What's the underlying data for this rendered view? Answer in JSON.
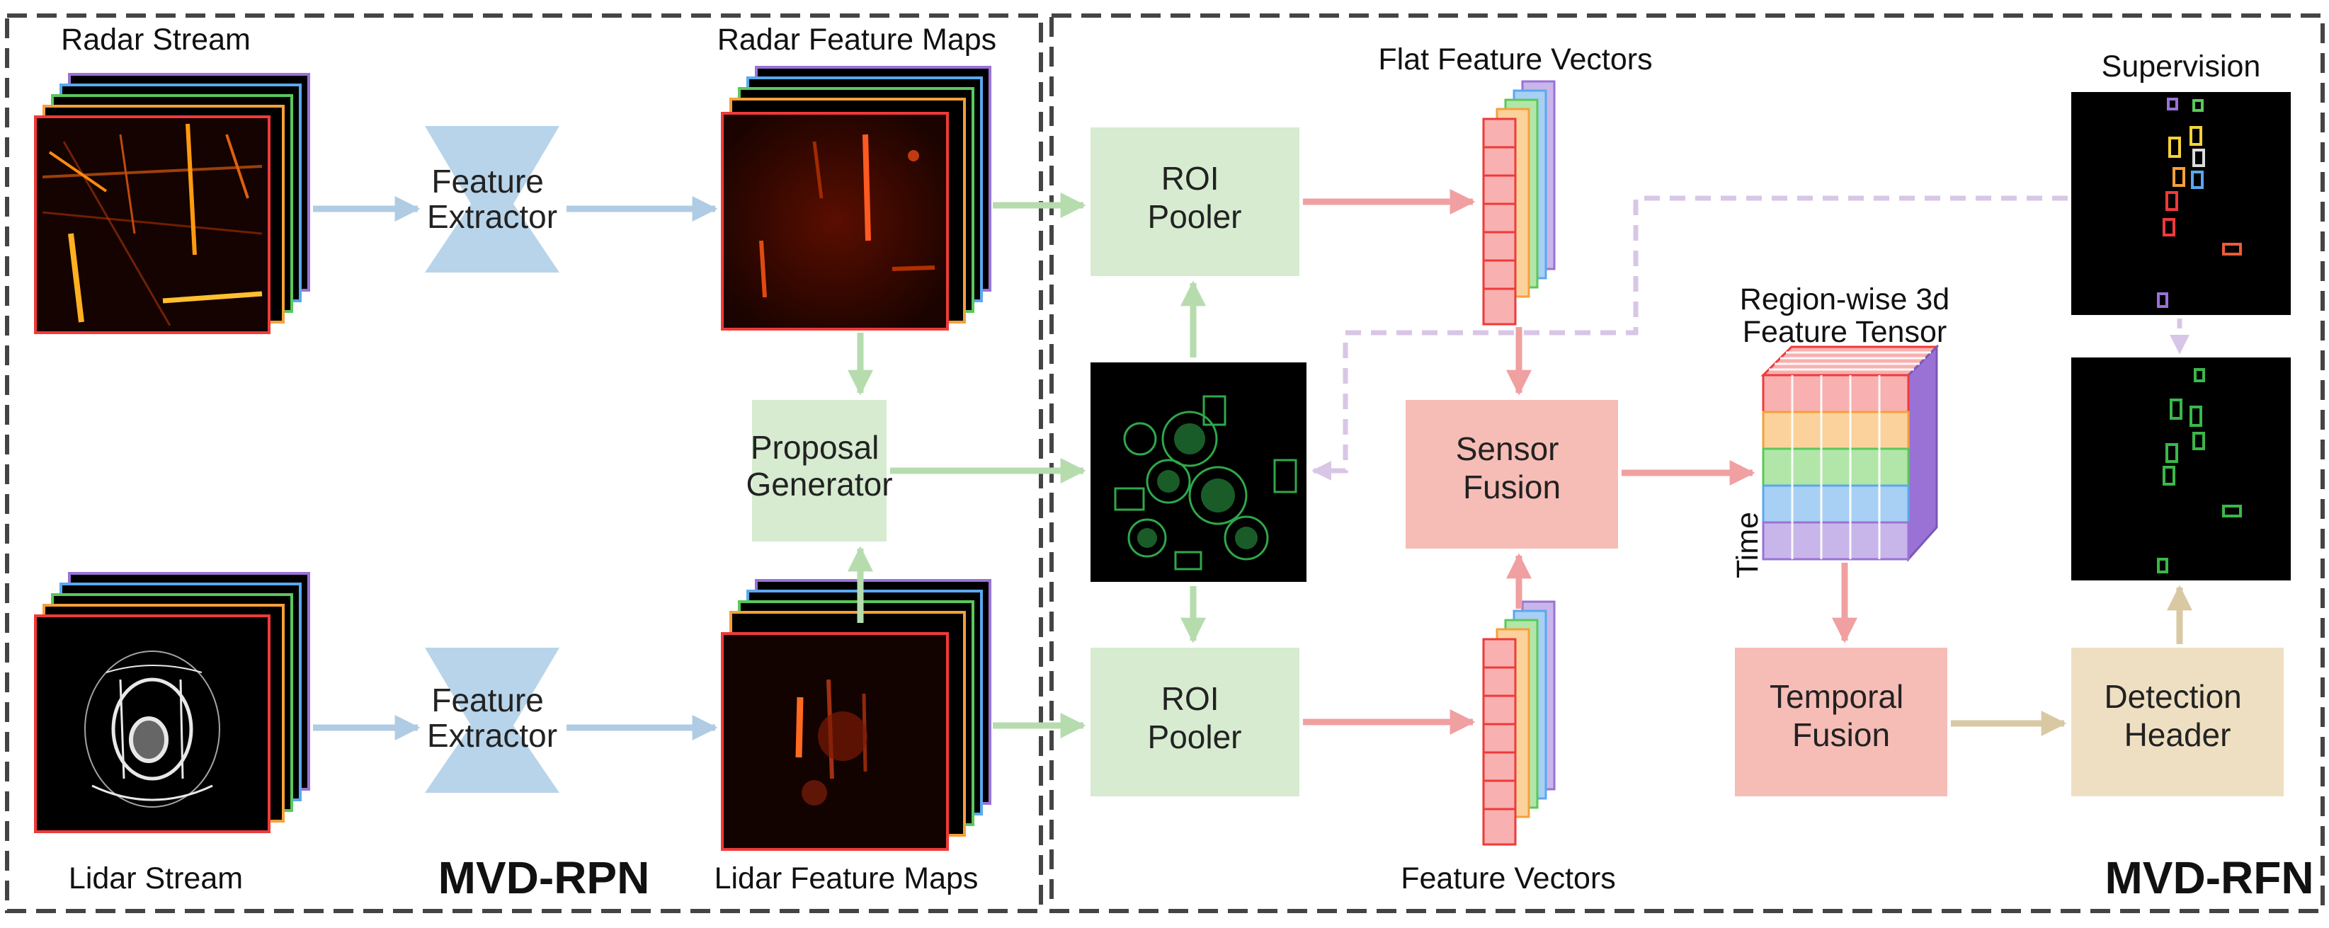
{
  "labels": {
    "radar_stream": "Radar Stream",
    "lidar_stream": "Lidar Stream",
    "radar_feature_maps": "Radar Feature Maps",
    "lidar_feature_maps": "Lidar Feature Maps",
    "flat_feature_vectors": "Flat Feature Vectors",
    "feature_vectors": "Feature Vectors",
    "supervision": "Supervision",
    "region_wise_line1": "Region-wise 3d",
    "region_wise_line2": "Feature Tensor",
    "time": "Time",
    "mvd_rpn": "MVD-RPN",
    "mvd_rfn": "MVD-RFN"
  },
  "blocks": {
    "feature_extractor_top": [
      "Feature",
      "Extractor"
    ],
    "feature_extractor_bottom": [
      "Feature",
      "Extractor"
    ],
    "proposal_generator": [
      "Proposal",
      "Generator"
    ],
    "roi_pooler_top": [
      "ROI",
      "Pooler"
    ],
    "roi_pooler_bottom": [
      "ROI",
      "Pooler"
    ],
    "sensor_fusion": [
      "Sensor",
      "Fusion"
    ],
    "temporal_fusion": [
      "Temporal",
      "Fusion"
    ],
    "detection_header": [
      "Detection",
      "Header"
    ]
  },
  "colors": {
    "extractor_fill": "#b8d4ea",
    "pooler_fill": "#d6ebd0",
    "fusion_fill": "#f6bcb6",
    "header_fill": "#efdfc2",
    "arrow_blue": "#b0cce4",
    "arrow_green": "#b6dcae",
    "arrow_red": "#f0a0a0",
    "arrow_tan": "#d9c9a3",
    "arrow_lavender": "#d8c6e6",
    "stack_colors": [
      "#ef3a3a",
      "#f6a03a",
      "#5ac85a",
      "#5aa8ee",
      "#9a72d6"
    ]
  }
}
